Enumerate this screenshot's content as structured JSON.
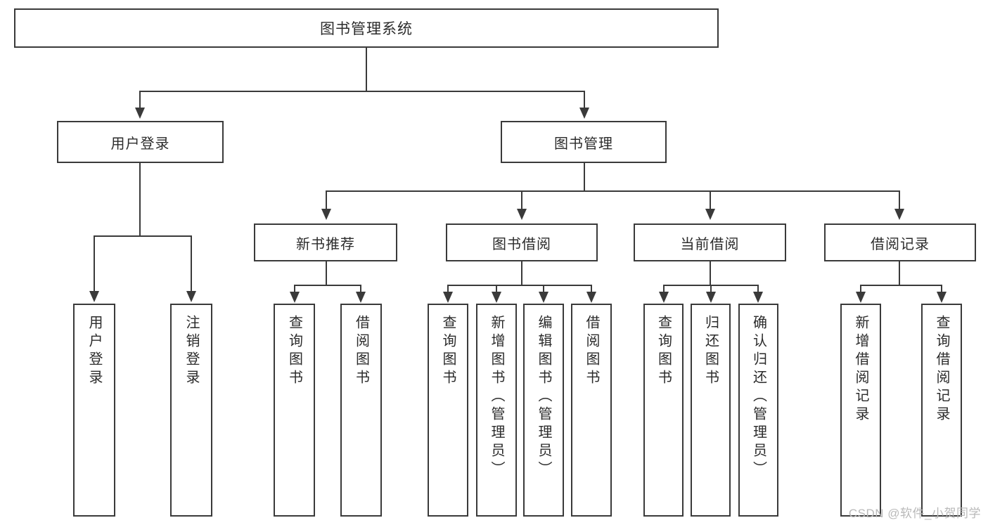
{
  "diagram": {
    "title": "图书管理系统",
    "watermark": "CSDN @软件_小贺同学",
    "accent_color": "#3a3a3a",
    "background_color": "#ffffff",
    "root": {
      "label": "图书管理系统"
    },
    "level1": [
      {
        "label": "用户登录"
      },
      {
        "label": "图书管理"
      }
    ],
    "level2": [
      {
        "label": "新书推荐"
      },
      {
        "label": "图书借阅"
      },
      {
        "label": "当前借阅"
      },
      {
        "label": "借阅记录"
      }
    ],
    "leaves": {
      "user_login": [
        {
          "label": "用户登录"
        },
        {
          "label": "注销登录"
        }
      ],
      "new_book": [
        {
          "label": "查询图书"
        },
        {
          "label": "借阅图书"
        }
      ],
      "borrow_book": [
        {
          "label": "查询图书"
        },
        {
          "label": "新增图书（管理员）"
        },
        {
          "label": "编辑图书（管理员）"
        },
        {
          "label": "借阅图书"
        }
      ],
      "current_borrow": [
        {
          "label": "查询图书"
        },
        {
          "label": "归还图书"
        },
        {
          "label": "确认归还（管理员）"
        }
      ],
      "borrow_record": [
        {
          "label": "新增借阅记录"
        },
        {
          "label": "查询借阅记录"
        }
      ]
    }
  }
}
